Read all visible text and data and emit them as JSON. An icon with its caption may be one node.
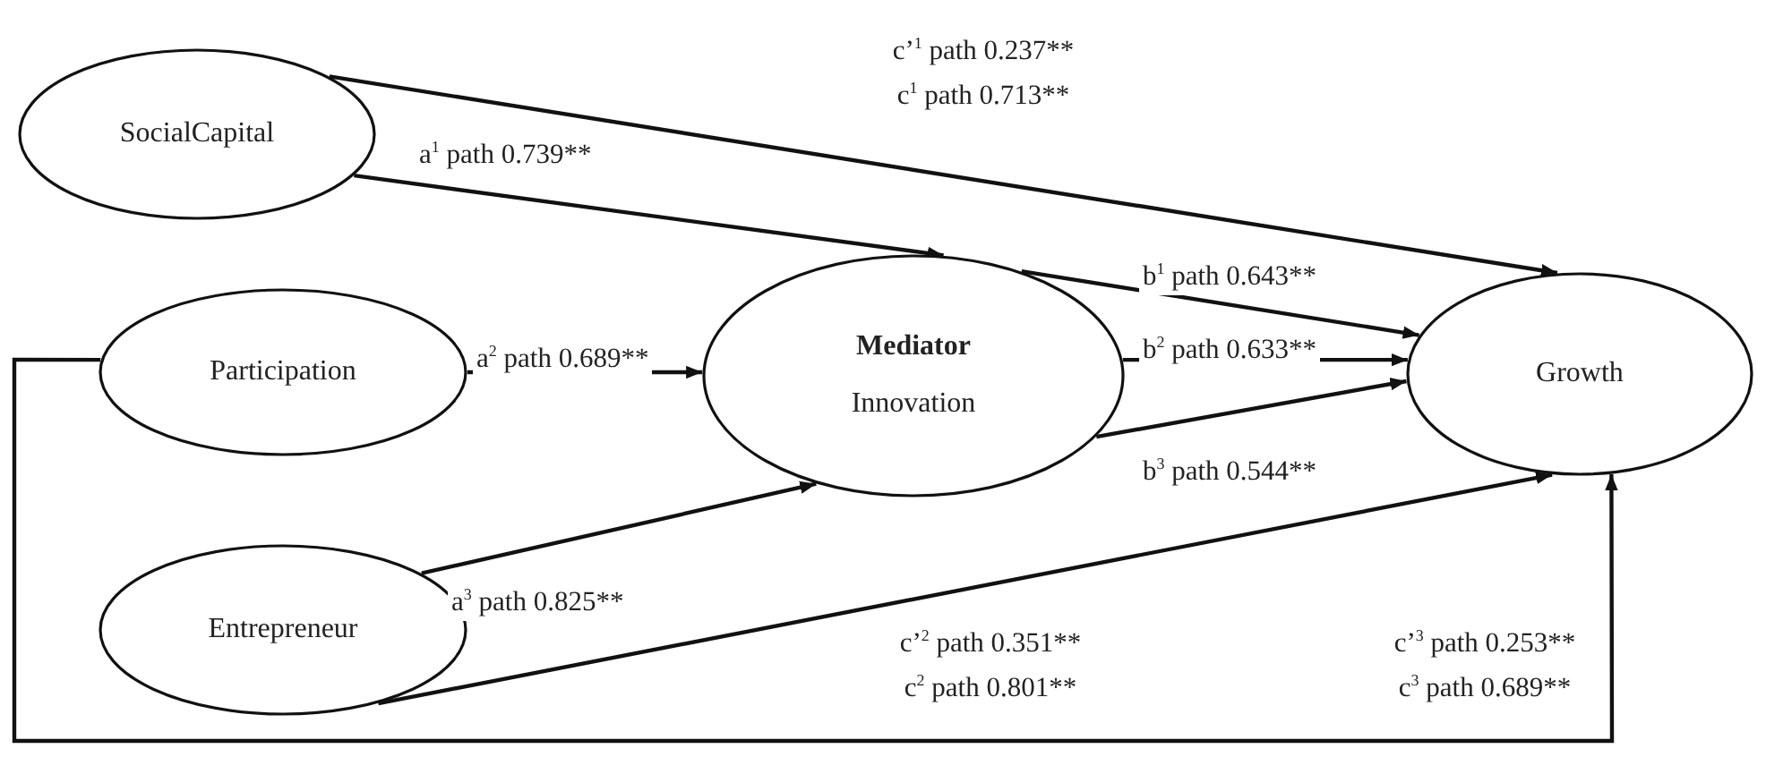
{
  "diagram": {
    "nodes": [
      {
        "text": [
          "SocialCapital"
        ]
      },
      {
        "text": [
          "Participation"
        ]
      },
      {
        "text": [
          "Entrepreneur"
        ]
      },
      {
        "text": [
          "Mediator",
          "Innovation"
        ]
      },
      {
        "text": [
          "Growth"
        ]
      }
    ],
    "edges": [
      {
        "from": 0,
        "to": 4,
        "arrow": "to",
        "label": "c’$^{1}$ path 0.237** c$^{1}$ path 0.713**"
      },
      {
        "from": 0,
        "to": 3,
        "arrow": "to",
        "label": "a$^{1}$ path 0.739**"
      },
      {
        "from": 1,
        "to": 3,
        "arrow": "to",
        "label": "a$^{2}$ path 0.689**"
      },
      {
        "from": 2,
        "to": 3,
        "arrow": "to",
        "label": "a$^{3}$ path 0.825**"
      },
      {
        "from": 3,
        "to": 4,
        "arrow": "to",
        "label": "b$^{1}$ path 0.643**"
      },
      {
        "from": 3,
        "to": 4,
        "arrow": "to",
        "label": "b$^{2}$ path 0.633**"
      },
      {
        "from": 3,
        "to": 4,
        "arrow": "to",
        "label": "b$^{3}$ path 0.544**"
      },
      {
        "from": 2,
        "to": 4,
        "arrow": "to",
        "label": "c’$^{2}$ path 0.351** c$^{2}$ path 0.801**"
      },
      {
        "from": 1,
        "to": 4,
        "arrow": "to",
        "label": "c’$^{3}$ path 0.253** c$^{3}$ path 0.689**"
      }
    ]
  }
}
